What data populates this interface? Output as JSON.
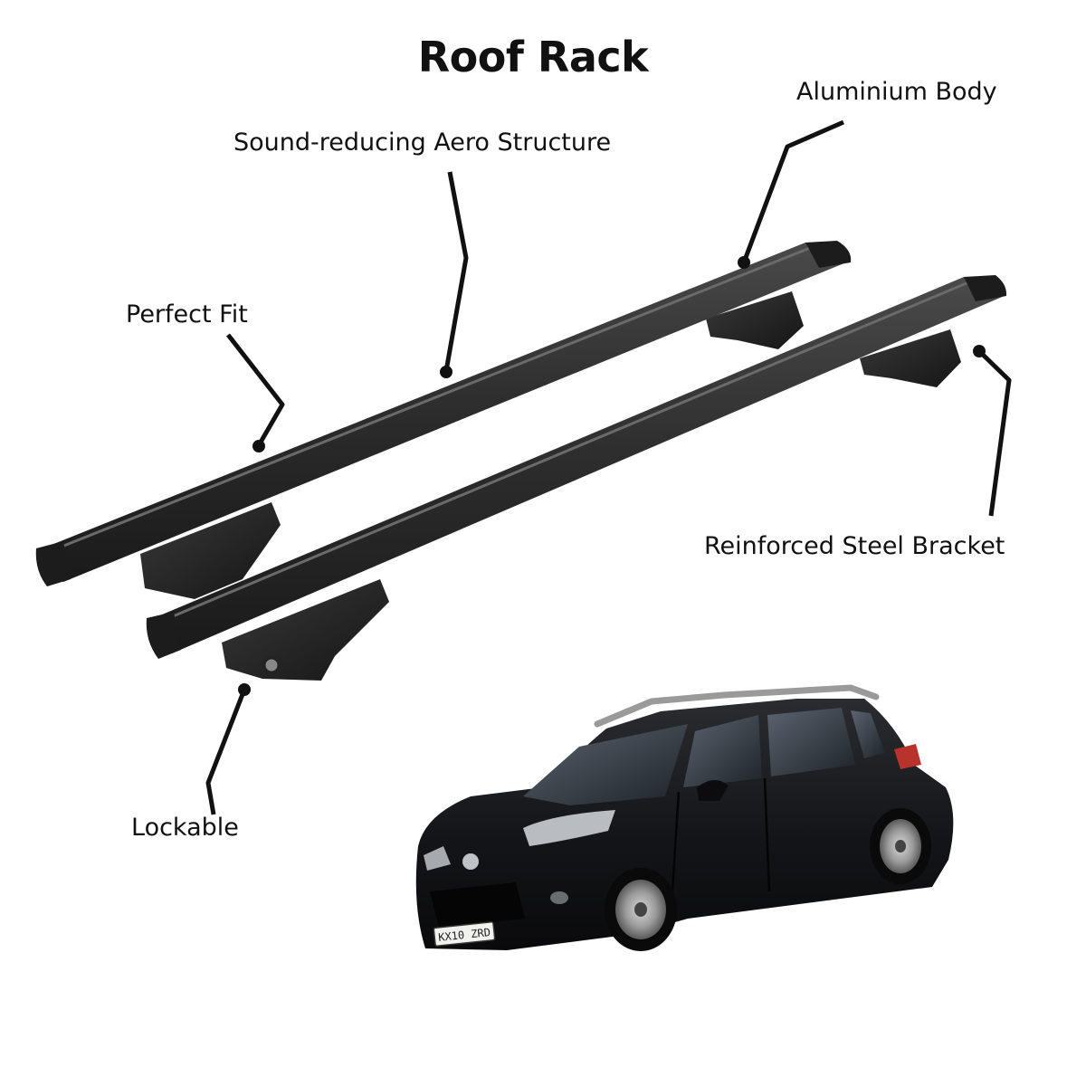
{
  "title": "Roof Rack",
  "callouts": {
    "aero": "Sound-reducing Aero Structure",
    "aluminium": "Aluminium Body",
    "fit": "Perfect Fit",
    "steel": "Reinforced Steel Bracket",
    "lockable": "Lockable"
  },
  "car": {
    "plate": "KX10 ZRD",
    "paint_color": "#151618"
  },
  "colors": {
    "bar": "#2a2a2a",
    "leader_line": "#111111"
  }
}
